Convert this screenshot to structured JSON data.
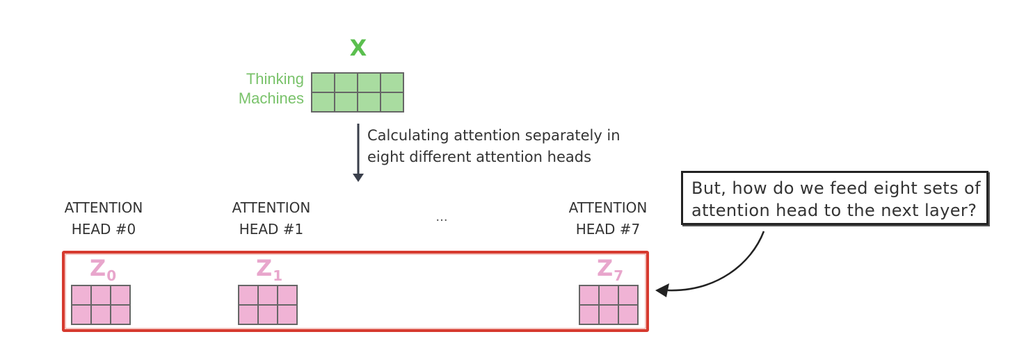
{
  "input": {
    "matrix_label": "X",
    "words": [
      "Thinking",
      "Machines"
    ]
  },
  "process": {
    "lines": [
      "Calculating attention separately in",
      "eight different attention heads"
    ]
  },
  "heads": [
    {
      "line1": "ATTENTION",
      "line2": "HEAD #0",
      "z": "Z",
      "z_sub": "0"
    },
    {
      "line1": "ATTENTION",
      "line2": "HEAD #1",
      "z": "Z",
      "z_sub": "1"
    },
    {
      "line1": "ATTENTION",
      "line2": "HEAD #7",
      "z": "Z",
      "z_sub": "7"
    }
  ],
  "ellipsis": "...",
  "question": {
    "lines": [
      "But, how do we feed eight sets of",
      "attention head to the next layer?"
    ]
  },
  "colors": {
    "input": "#5bbf4f",
    "input_matrix": "#a9dca0",
    "z_label": "#e8a6cc",
    "z_matrix": "#f0b3d5",
    "highlight_box": "#d63a2f"
  }
}
